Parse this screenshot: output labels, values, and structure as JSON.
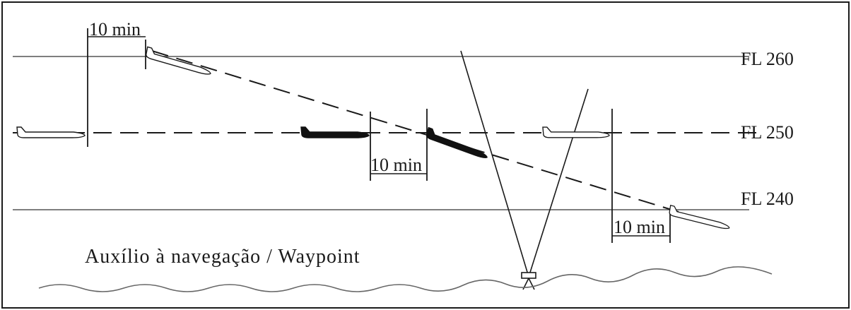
{
  "flight_levels": [
    {
      "label": "FL 260"
    },
    {
      "label": "FL 250"
    },
    {
      "label": "FL 240"
    }
  ],
  "time_interval_label": "10 min",
  "caption": "Auxílio à navegação / Waypoint",
  "colors": {
    "line": "#1a1a1a",
    "background": "#ffffff"
  }
}
